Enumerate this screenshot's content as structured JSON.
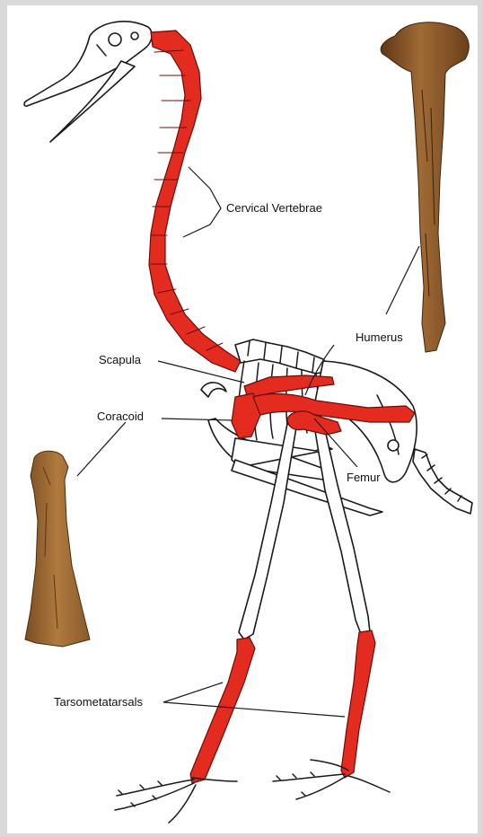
{
  "labels": {
    "cervical": "Cervical Vertebrae",
    "humerus": "Humerus",
    "scapula": "Scapula",
    "coracoid": "Coracoid",
    "femur": "Femur",
    "tarsometatarsals": "Tarsometatarsals"
  },
  "colors": {
    "background": "#d9d9d9",
    "highlight": "#e32b1f",
    "fossil": "#8a5a2b"
  }
}
